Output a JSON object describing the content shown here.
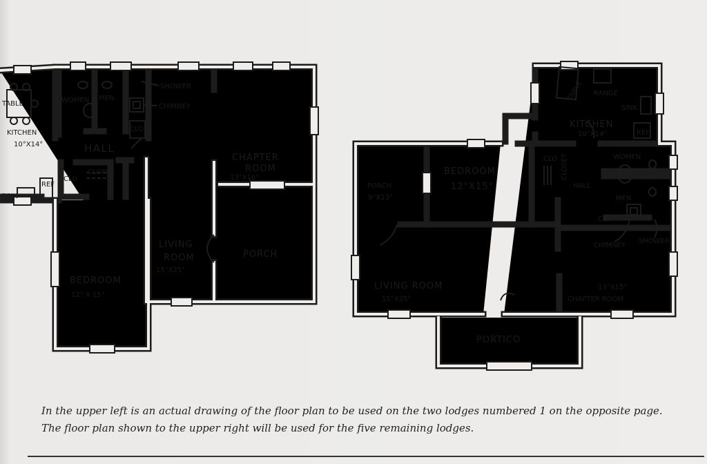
{
  "left_plan": {
    "rooms": {
      "table": "TABLE",
      "kitchen": "KITCHEN",
      "kitchen_size": "10°X14°",
      "women": "WOMEN",
      "men": "MEN",
      "shower": "SHOWER",
      "chimney": "CHIMNEY",
      "clo_upper": "CLO",
      "hall": "HALL",
      "clo_lower": "CLO",
      "closet": "CLOSET",
      "ref": "REF",
      "sink": "SINK",
      "chapter_room": "CHAPTER",
      "chapter_room2": "ROOM",
      "chapter_size": "13°X16°",
      "living_room": "LIVING",
      "living_room2": "ROOM",
      "living_size": "15°X25°",
      "porch": "PORCH",
      "bedroom": "BEDROOM",
      "bedroom_size": "12° X 15°"
    }
  },
  "right_plan": {
    "rooms": {
      "table": "TABLE",
      "range": "RANGE",
      "sink": "SINK",
      "kitchen": "KITCHEN",
      "kitchen_size": "10°X14°",
      "ref": "REF",
      "bedroom": "BEDROOM",
      "bedroom_size": "12°X15°",
      "porch": "PORCH",
      "porch_size": "9°X13°",
      "clo_upper": "CLO",
      "closet": "CLOSET",
      "hall": "HALL",
      "women": "WOMEN",
      "men": "MEN",
      "clo_lower": "CLO",
      "chimney": "CHIMNEY",
      "shower": "SHOWER",
      "living_room": "LIVING ROOM",
      "living_size": "15°X25°",
      "chapter_size": "13°X15°",
      "chapter_room": "CHAPTER ROOM",
      "portico": "PORTICO"
    }
  },
  "caption": "In the upper left is an actual drawing of the floor plan to be used on the two lodges numbered 1 on the opposite page. The floor plan shown to the upper right will be used for the five remaining lodges."
}
